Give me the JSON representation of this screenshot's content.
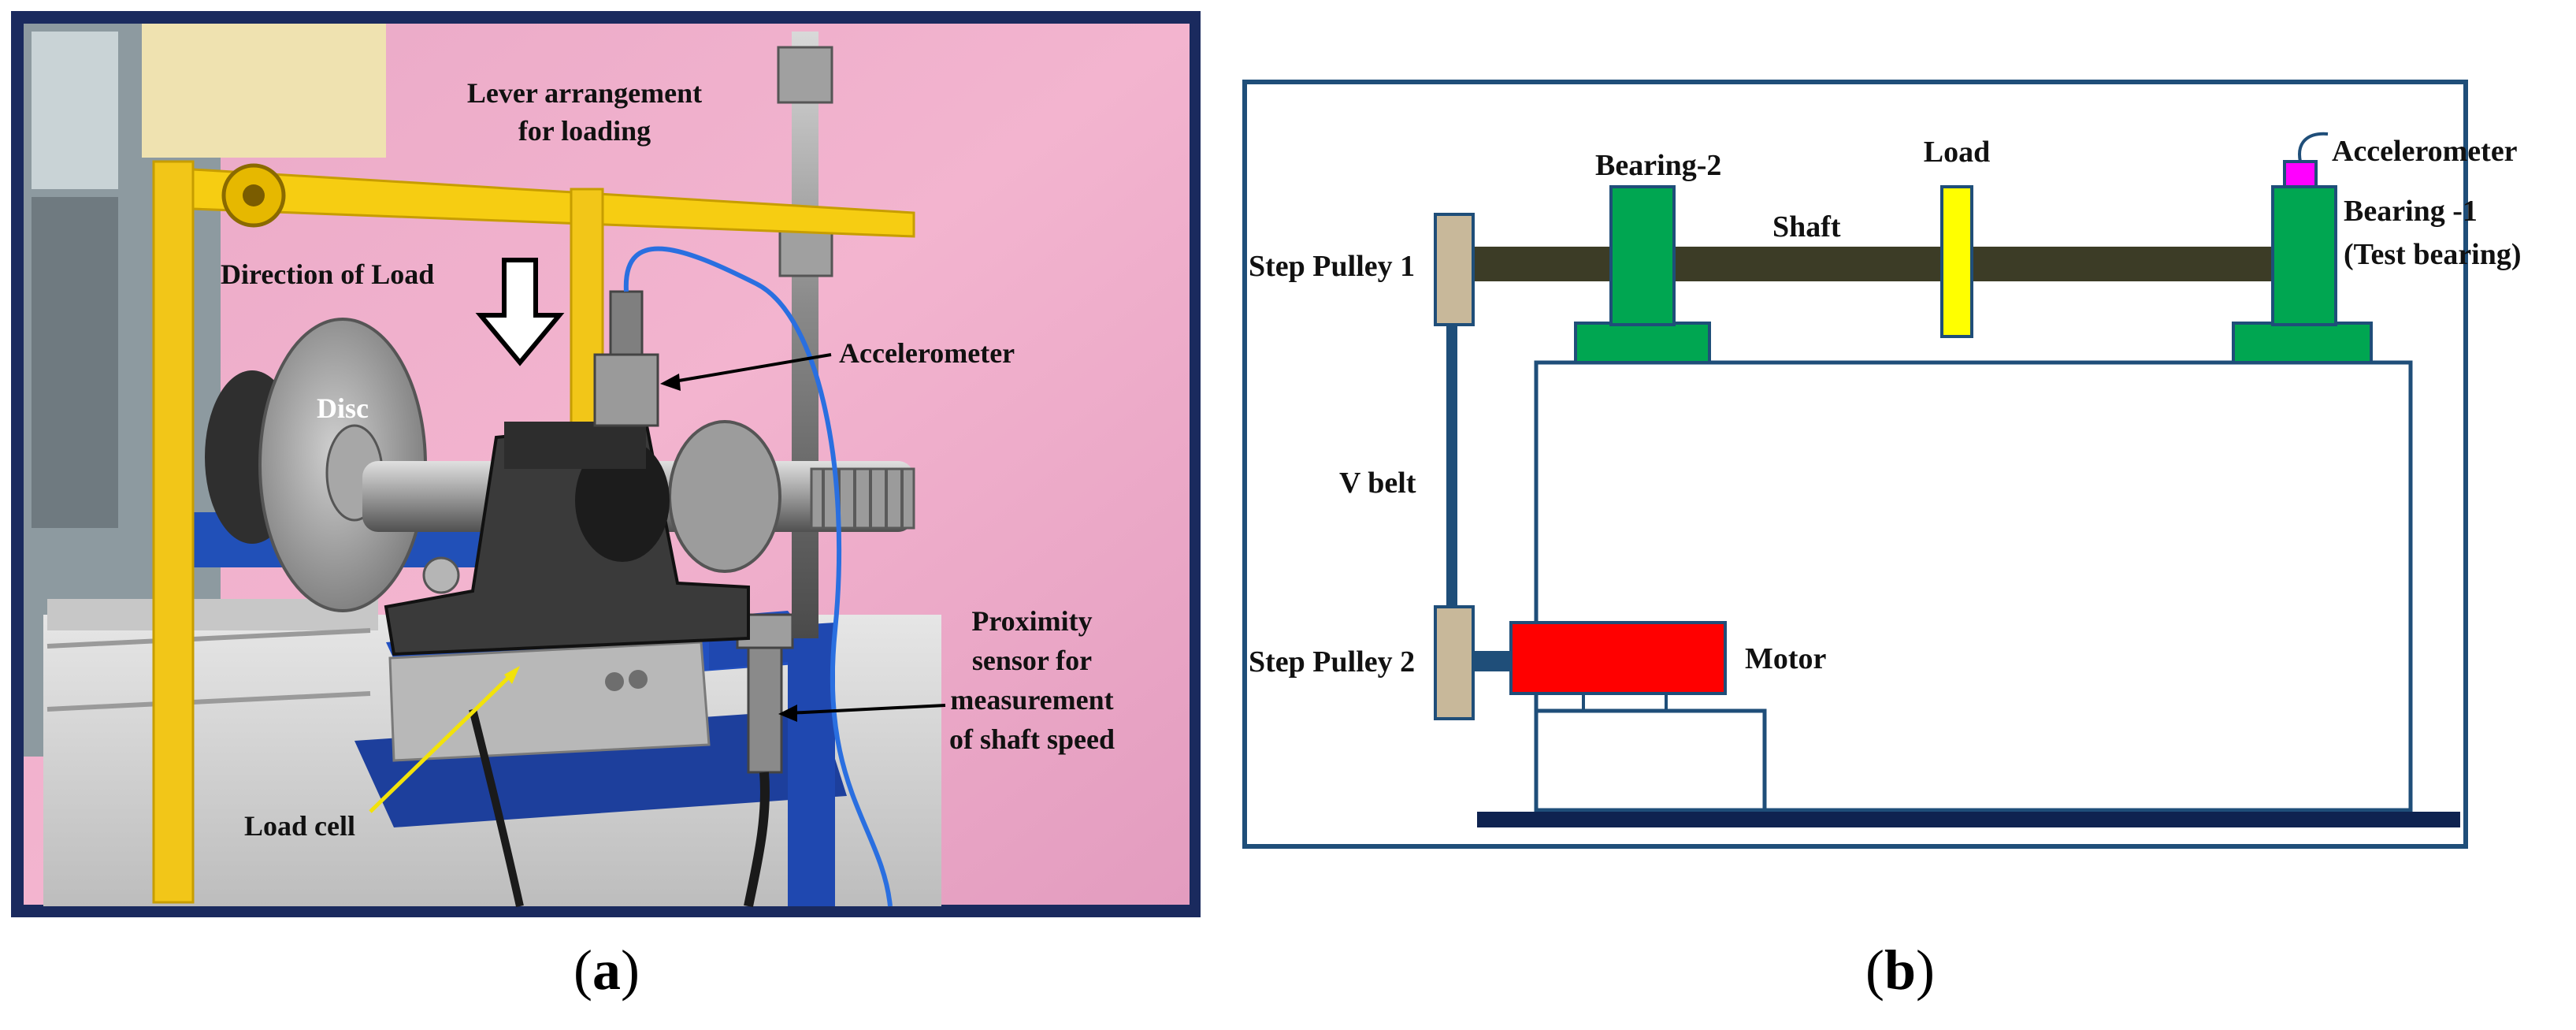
{
  "panel_a": {
    "caption_letter": "a",
    "labels": {
      "lever": [
        "Lever arrangement",
        "for loading"
      ],
      "direction_of_load": "Direction of Load",
      "accelerometer": "Accelerometer",
      "disc": "Disc",
      "proximity": [
        "Proximity",
        "sensor for",
        "measurement",
        "of shaft speed"
      ],
      "load_cell": "Load cell"
    }
  },
  "panel_b": {
    "caption_letter": "b",
    "labels": {
      "bearing2": "Bearing-2",
      "load": "Load",
      "accelerometer": "Accelerometer",
      "shaft": "Shaft",
      "bearing1": [
        "Bearing -1",
        "(Test bearing)"
      ],
      "step_pulley1": "Step Pulley 1",
      "v_belt": "V belt",
      "step_pulley2": "Step Pulley 2",
      "motor": "Motor"
    },
    "colors": {
      "shaft": "#3c3c26",
      "bearing": "#00a651",
      "load": "#ffff00",
      "motor": "#ff0000",
      "pulley": "#c8b89a",
      "accelerometer": "#ff00ff",
      "frame": "#1f4e79",
      "base": "#0f2350"
    }
  }
}
